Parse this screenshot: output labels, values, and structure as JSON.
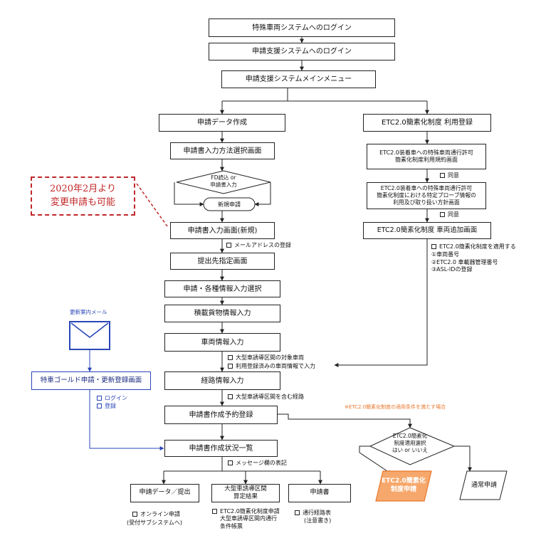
{
  "colors": {
    "line": "#222222",
    "blue": "#2a46b8",
    "red": "#c0282a",
    "orange": "#e8772e",
    "orange_light": "#f6a86c"
  },
  "boxes": {
    "login_special": "特殊車両システムへのログイン",
    "login_support": "申請支援システムへのログイン",
    "main_menu": "申請支援システムメインメニュー",
    "data_create": "申請データ作成",
    "etc_register": "ETC2.0簡素化制度 利用登録",
    "input_method": "申請書入力方法選択画面",
    "etc_agreement": "ETC2.0装着車への特殊車両通行許可\n簡素化制度利用規約画面",
    "etc_probe": "ETC2.0装着車への特殊車両通行許可\n簡素化制度における特定プローブ情報の\n利用及び取り扱い方針画面",
    "input_new": "申請書入力画面(新規)",
    "etc_vehicle_add": "ETC2.0簡素化制度 車両追加画面",
    "destination": "提出先指定画面",
    "info_select": "申請・各種情報入力選択",
    "cargo": "積載貨物情報入力",
    "vehicle": "車両情報入力",
    "route": "経路情報入力",
    "reserve": "申請書作成予約登録",
    "status": "申請書作成状況一覧",
    "gold": "特車ゴールド申請・更新登録画面",
    "out_data": "申請データ／提出",
    "out_large": "大型車誘導区間\n算定結果",
    "out_doc": "申請書",
    "etc_result": "ETC2.0簡素化\n制度申請",
    "normal": "通常申請"
  },
  "decision_fd": "FD読込 or\n申請書入力",
  "terminator_new": "新規申請",
  "decision_etc": "ETC2.0簡素化\n制度適用選択\nはい or いいえ",
  "callout": {
    "line1": "2020年2月より",
    "line2": "変更申請も可能"
  },
  "mail_label": "更新案内メール",
  "notes": {
    "agree1": "同意",
    "agree2": "同意",
    "mail_register": "メールアドレスの登録",
    "etc_apply": "ETC2.0簡素化制度を適用する\n①車両番号\n②ETC2.0 車載器管理番号\n③ASL-IDの登録",
    "veh_1": "大型車誘導区間の対象車両",
    "veh_2": "利用登録済みの車両情報で入力",
    "route_1": "大型車誘導区間を含む経路",
    "login_1": "ログイン",
    "login_2": "登録",
    "message_col": "メッセージ欄の表記",
    "etc_condition": "※ETC2.0簡素化制度の適用条件を満たす場合",
    "out1_1": "オンライン申請",
    "out1_2": "(受付サブシステムへ)",
    "out2_1": "ETC2.0簡素化制度申請",
    "out2_2": "大型車誘導区間内通行\n条件帳票",
    "out3_1": "通行経路表",
    "out3_2": "(注意書き)"
  }
}
